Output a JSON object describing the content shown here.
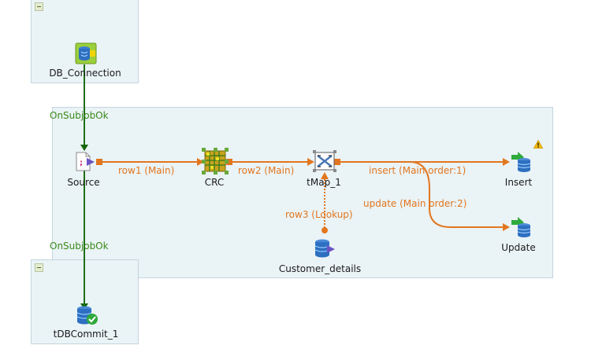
{
  "components": {
    "db_connection": "DB_Connection",
    "source": "Source",
    "crc": "CRC",
    "tmap": "tMap_1",
    "insert": "Insert",
    "update": "Update",
    "customer_details": "Customer_details",
    "dbcommit": "tDBCommit_1"
  },
  "links": {
    "row1": "row1 (Main)",
    "row2": "row2 (Main)",
    "insert": "insert (Main order:1)",
    "update": "update (Main order:2)",
    "row3": "row3 (Lookup)",
    "trigger_top": "OnSubjobOk",
    "trigger_bottom": "OnSubjobOk"
  },
  "colors": {
    "main_flow": "#e2761e",
    "trigger": "#3a8a1a",
    "subjob_bg": "#eaf3f6",
    "warning": "#f2b705"
  },
  "icons": {
    "db_connection": "db-connection-icon",
    "source": "file-input-icon",
    "crc": "crc-grid-icon",
    "tmap": "tmap-icon",
    "insert": "db-output-icon",
    "update": "db-output-icon",
    "customer_details": "db-input-icon",
    "dbcommit": "db-commit-icon",
    "warning": "warning-icon"
  }
}
